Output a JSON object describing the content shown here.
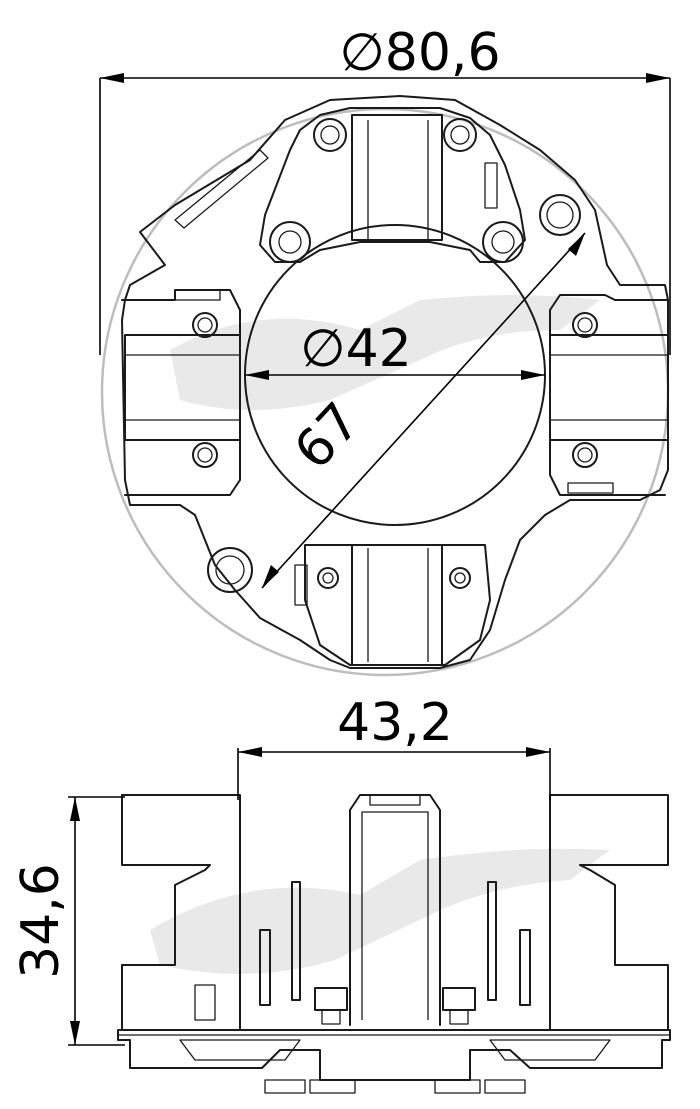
{
  "drawing": {
    "dimensions": {
      "outer_diameter": "∅80,6",
      "inner_diameter": "∅42",
      "diagonal": "67",
      "bottom_width": "43,2",
      "height": "34,6"
    }
  },
  "colors": {
    "line": "#1a1a1a",
    "outline": "#bdbdbd",
    "watermark": "#e9e9e9"
  }
}
